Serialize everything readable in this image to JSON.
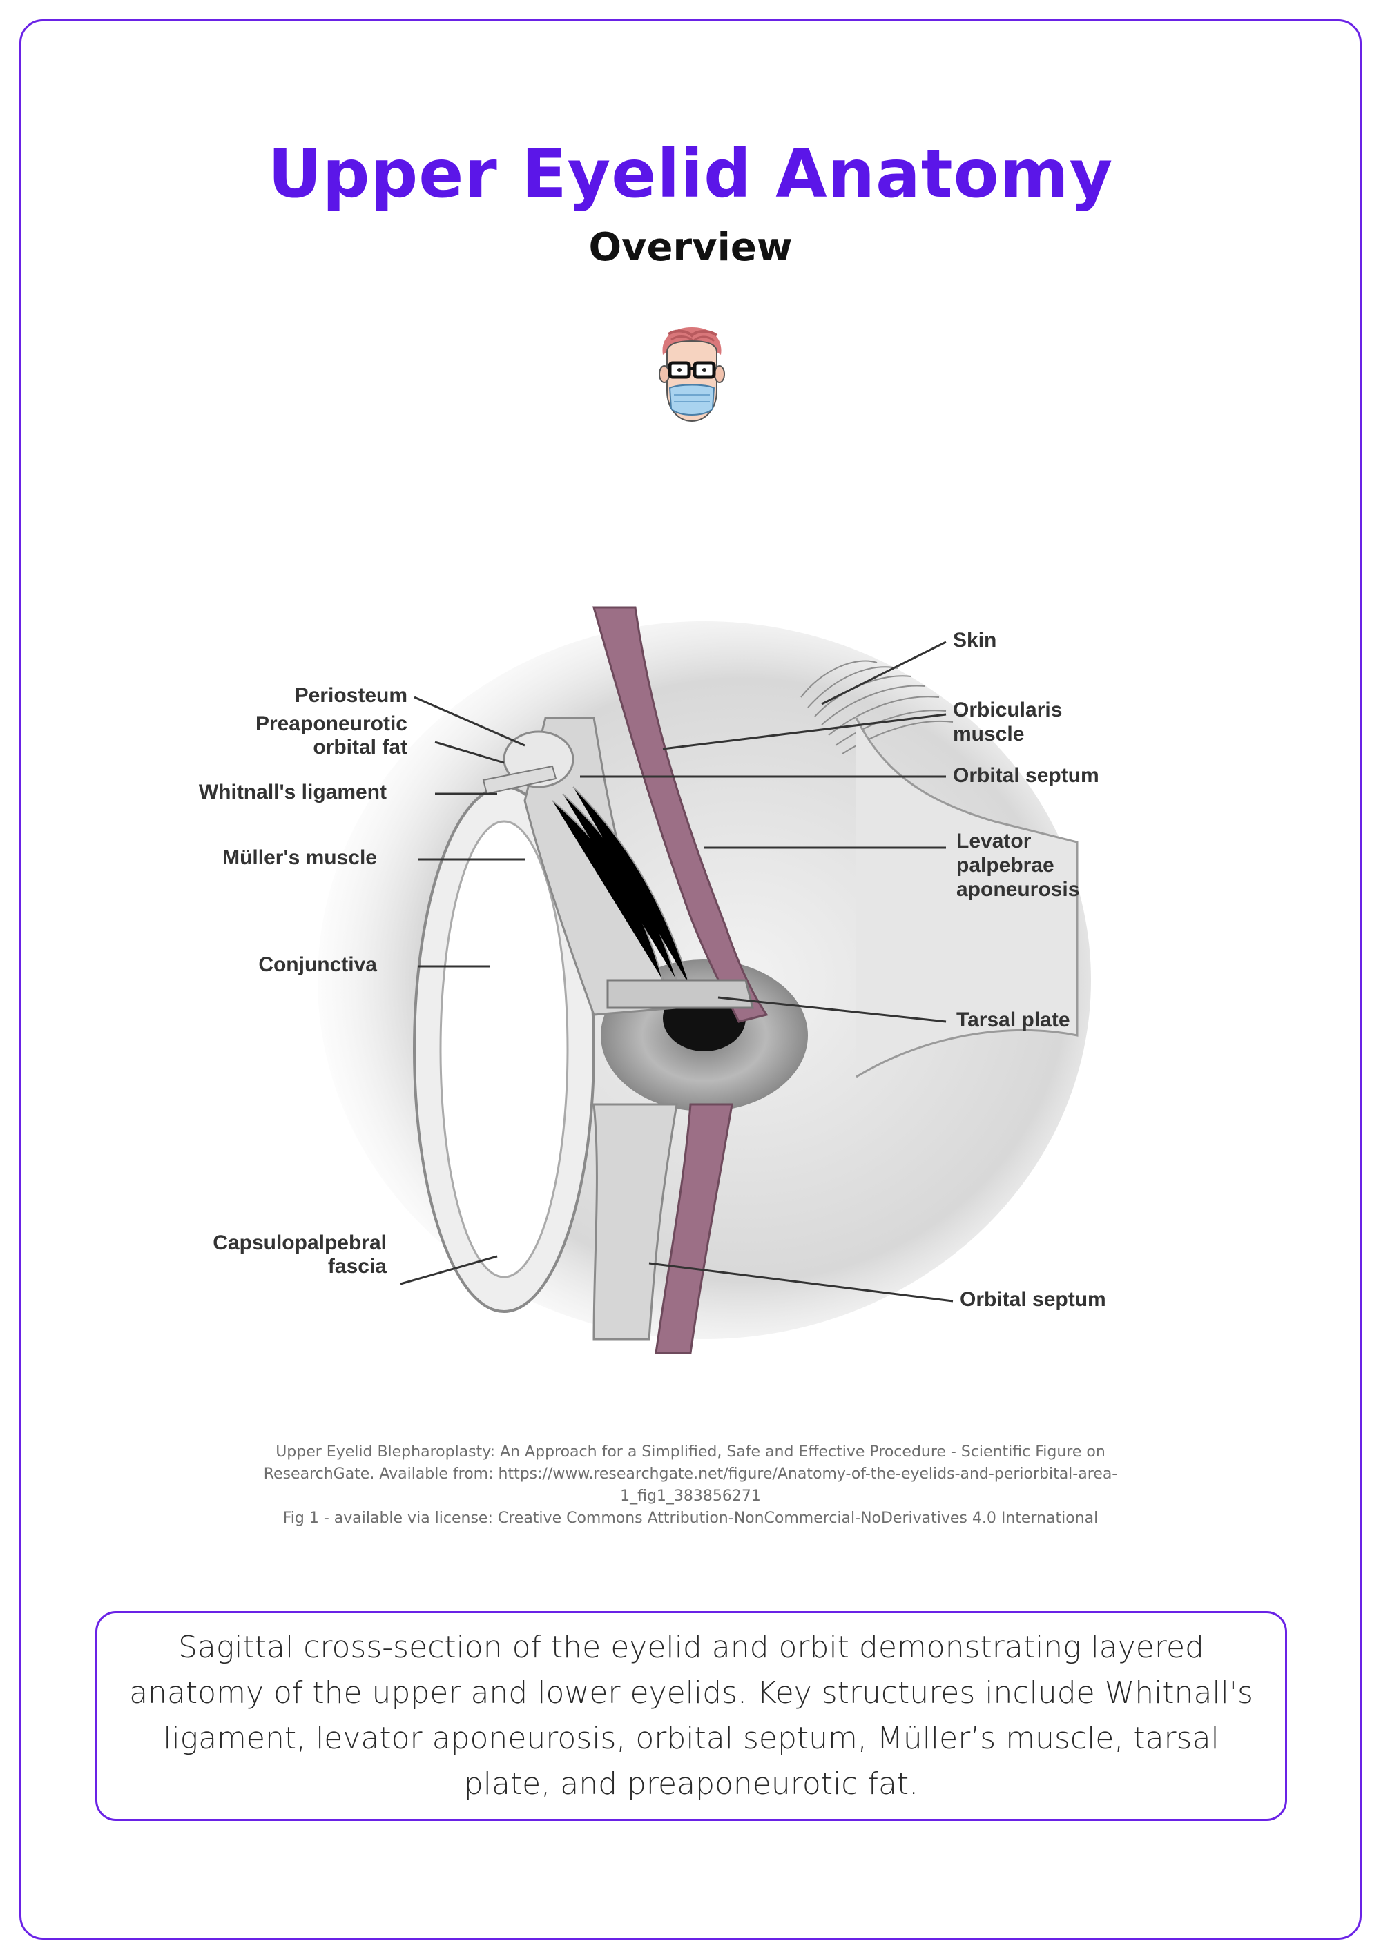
{
  "header": {
    "title": "Upper Eyelid Anatomy",
    "subtitle": "Overview"
  },
  "avatar": {
    "icon": "doctor-avatar-icon"
  },
  "figure": {
    "labels": {
      "periosteum": "Periosteum",
      "preaponeurotic_fat_line1": "Preaponeurotic",
      "preaponeurotic_fat_line2": "orbital fat",
      "whitnalls": "Whitnall's ligament",
      "mullers": "Müller's muscle",
      "conjunctiva": "Conjunctiva",
      "capsulopalpebral_line1": "Capsulopalpebral",
      "capsulopalpebral_line2": "fascia",
      "skin": "Skin",
      "orbicularis_line1": "Orbicularis",
      "orbicularis_line2": "muscle",
      "orbital_septum_upper": "Orbital septum",
      "levator_line1": "Levator",
      "levator_line2": "palpebrae",
      "levator_line3": "aponeurosis",
      "tarsal_plate": "Tarsal plate",
      "orbital_septum_lower": "Orbital septum"
    }
  },
  "caption": {
    "line1": "Upper Eyelid Blepharoplasty: An Approach for a Simplified, Safe and Effective Procedure - Scientific Figure on",
    "line2": "ResearchGate. Available from: https://www.researchgate.net/figure/Anatomy-of-the-eyelids-and-periorbital-area-",
    "line3": "1_fig1_383856271",
    "line4": "Fig 1 - available via license: Creative Commons Attribution-NonCommercial-NoDerivatives 4.0 International"
  },
  "description": {
    "text": "Sagittal cross-section of the eyelid and orbit demonstrating layered anatomy of the upper and lower eyelids. Key structures include Whitnall's ligament, levator aponeurosis, orbital septum, Müller’s muscle, tarsal plate, and preaponeurotic fat."
  },
  "colors": {
    "accent": "#5b16e8",
    "border": "#6a22e6",
    "muscle": "#9c6f86"
  }
}
